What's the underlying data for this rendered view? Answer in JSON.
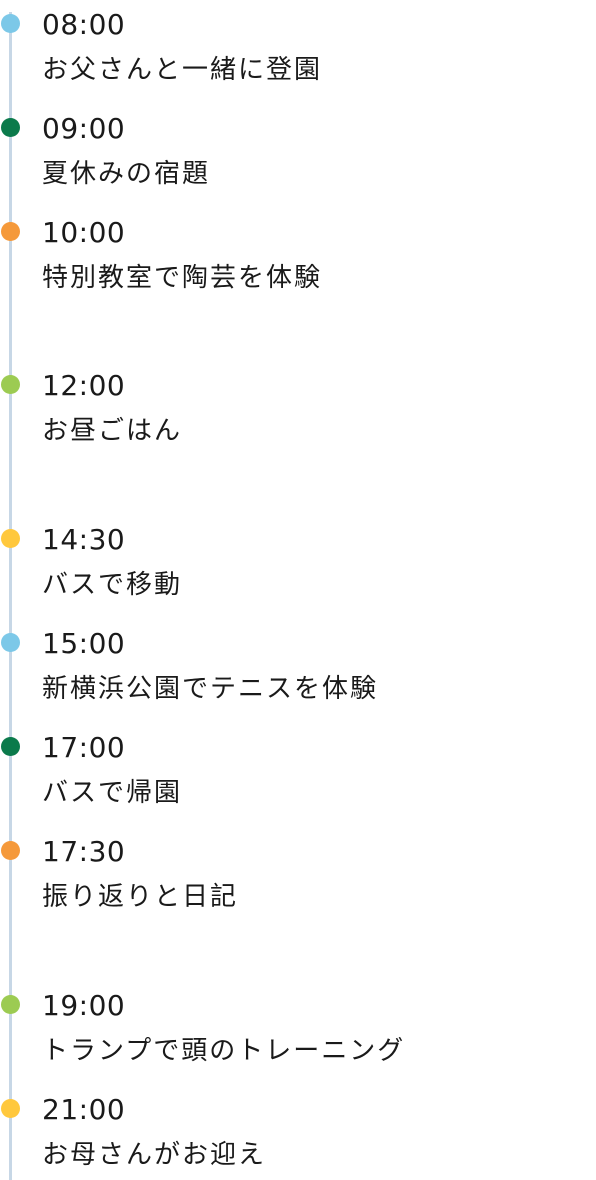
{
  "timeline": {
    "events": [
      {
        "time": "08:00",
        "title": "お父さんと一緒に登園",
        "color": "#7cc8e8"
      },
      {
        "time": "09:00",
        "title": "夏休みの宿題",
        "color": "#0b7a4b"
      },
      {
        "time": "10:00",
        "title": "特別教室で陶芸を体験",
        "color": "#f5993a"
      },
      {
        "time": "12:00",
        "title": "お昼ごはん",
        "color": "#9ccb52"
      },
      {
        "time": "14:30",
        "title": "バスで移動",
        "color": "#ffc83d"
      },
      {
        "time": "15:00",
        "title": "新横浜公園でテニスを体験",
        "color": "#7cc8e8"
      },
      {
        "time": "17:00",
        "title": "バスで帰園",
        "color": "#0b7a4b"
      },
      {
        "time": "17:30",
        "title": "振り返りと日記",
        "color": "#f5993a"
      },
      {
        "time": "19:00",
        "title": "トランプで頭のトレーニング",
        "color": "#9ccb52"
      },
      {
        "time": "21:00",
        "title": "お母さんがお迎え",
        "color": "#ffc83d"
      }
    ],
    "line_color": "#c7d7e6"
  }
}
